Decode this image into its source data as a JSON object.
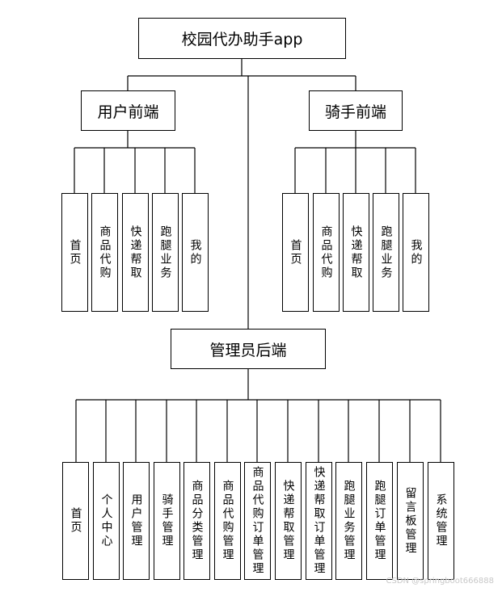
{
  "diagram": {
    "root": "校园代办助手app",
    "groups": [
      {
        "title": "用户前端",
        "items": [
          "首页",
          "商品代购",
          "快递帮取",
          "跑腿业务",
          "我的"
        ]
      },
      {
        "title": "骑手前端",
        "items": [
          "首页",
          "商品代购",
          "快递帮取",
          "跑腿业务",
          "我的"
        ]
      },
      {
        "title": "管理员后端",
        "items": [
          "首页",
          "个人中心",
          "用户管理",
          "骑手管理",
          "商品分类管理",
          "商品代购管理",
          "商品代购订单管理",
          "快递帮取管理",
          "快递帮取订单管理",
          "跑腿业务管理",
          "跑腿订单管理",
          "留言板管理",
          "系统管理"
        ]
      }
    ]
  },
  "watermark": "CSDN @springboot666888"
}
